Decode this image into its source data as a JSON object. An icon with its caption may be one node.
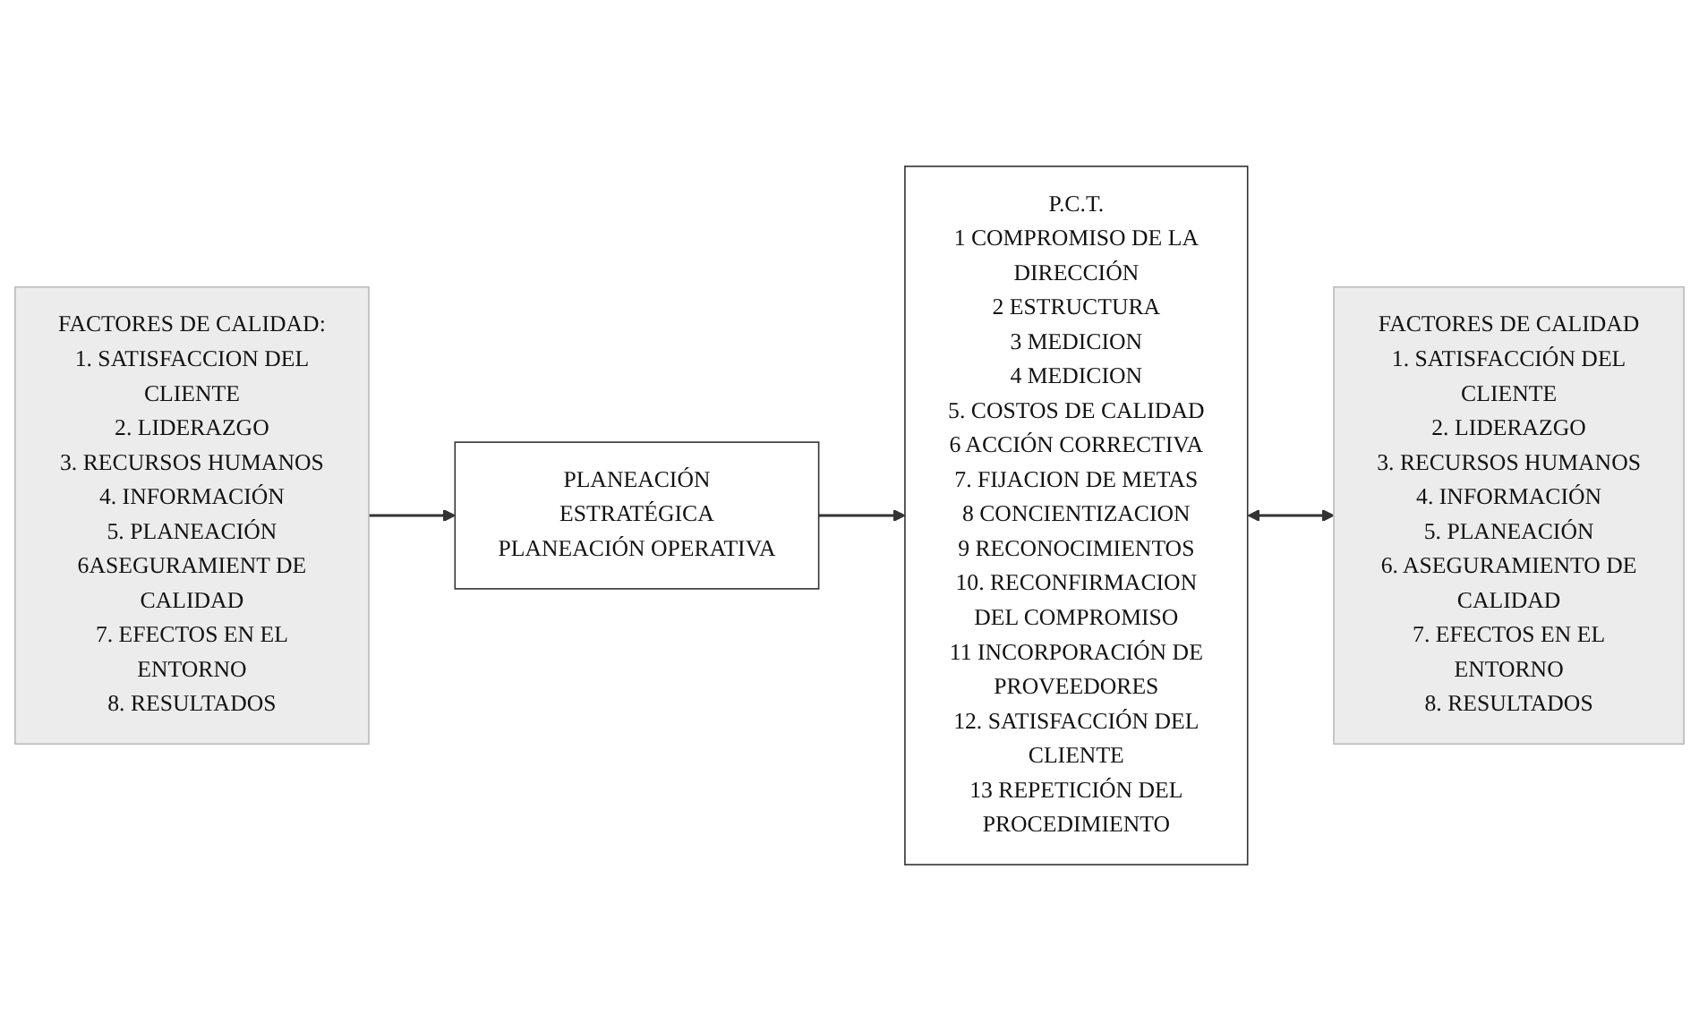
{
  "diagram": {
    "nodes": [
      {
        "text": [
          "FACTORES DE CALIDAD:",
          "1. SATISFACCION DEL CLIENTE",
          "2. LIDERAZGO",
          "3. RECURSOS HUMANOS",
          "4. INFORMACIÓN",
          "5. PLANEACIÓN",
          "6ASEGURAMIENT DE CALIDAD",
          "7. EFECTOS EN EL ENTORNO",
          "8. RESULTADOS"
        ]
      },
      {
        "text": [
          "PLANEACIÓN ESTRATÉGICA",
          "PLANEACIÓN OPERATIVA"
        ]
      },
      {
        "text": [
          "P.C.T.",
          "1 COMPROMISO DE LA DIRECCIÓN",
          "2 ESTRUCTURA",
          "3 MEDICION",
          "4 MEDICION",
          "5. COSTOS DE CALIDAD",
          "6 ACCIÓN CORRECTIVA",
          "7. FIJACION DE METAS",
          "8 CONCIENTIZACION",
          "9 RECONOCIMIENTOS",
          "10. RECONFIRMACION DEL COMPROMISO",
          "11 INCORPORACIÓN DE PROVEEDORES",
          "12. SATISFACCIÓN DEL CLIENTE",
          "13 REPETICIÓN DEL PROCEDIMIENTO"
        ]
      },
      {
        "text": [
          "FACTORES DE CALIDAD",
          "1. SATISFACCIÓN DEL CLIENTE",
          "2. LIDERAZGO",
          "3. RECURSOS HUMANOS",
          "4. INFORMACIÓN",
          "5. PLANEACIÓN",
          "6. ASEGURAMIENTO DE CALIDAD",
          "7. EFECTOS EN EL ENTORNO",
          "8. RESULTADOS"
        ]
      }
    ],
    "edges": [
      {
        "from": 0,
        "to": 1,
        "arrow": "to"
      },
      {
        "from": 1,
        "to": 2,
        "arrow": "to"
      },
      {
        "from": 2,
        "to": 3,
        "arrow": "both"
      }
    ]
  }
}
